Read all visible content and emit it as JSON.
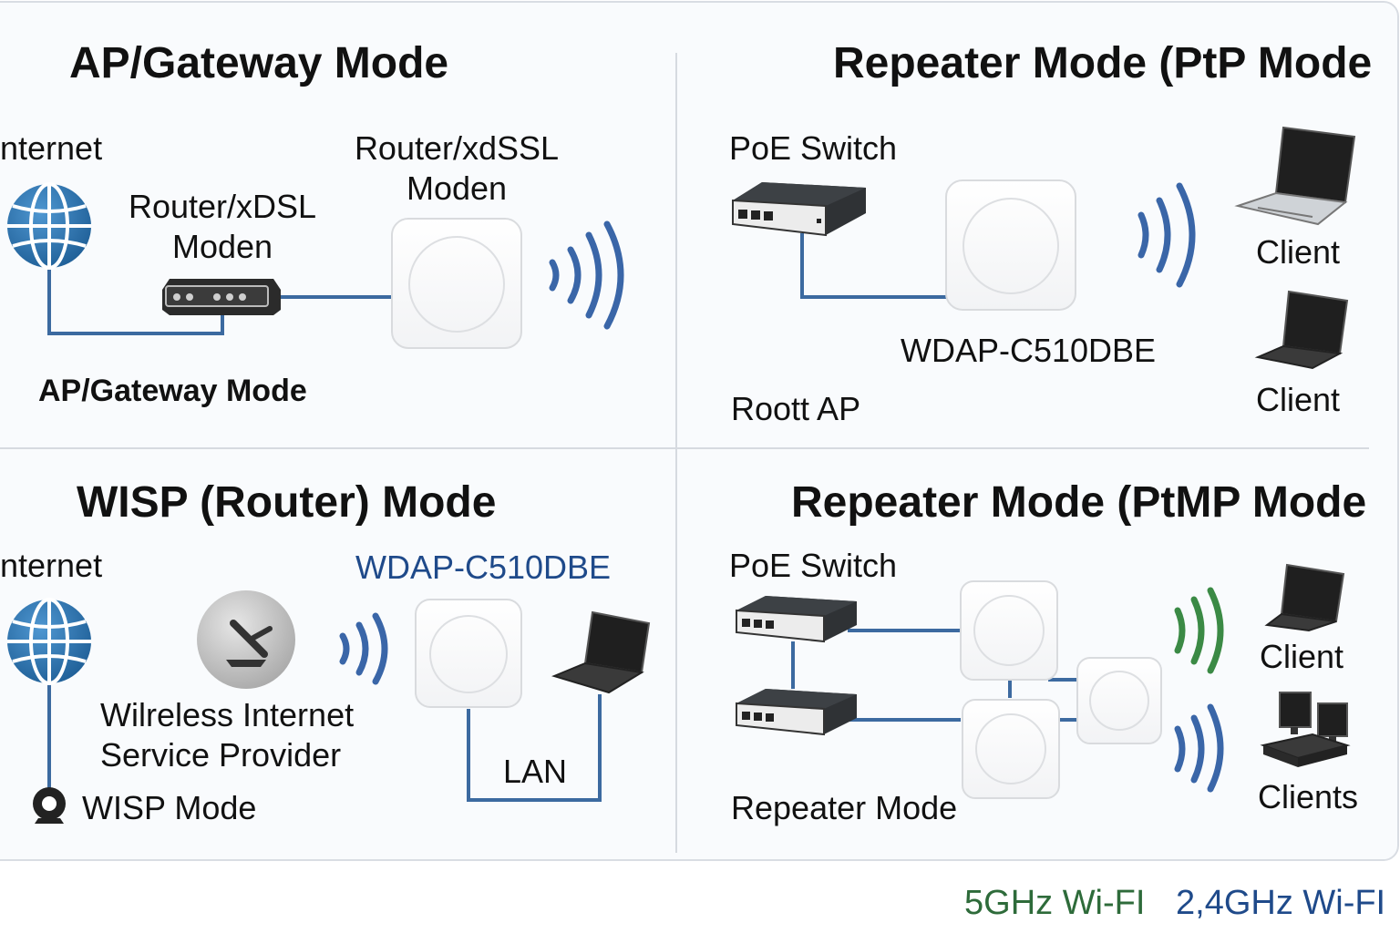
{
  "colors": {
    "line_blue": "#3c6aa0",
    "wifi_blue": "#3a66a8",
    "wifi_green": "#3b8a45",
    "legend_green": "#2e6b3a",
    "legend_blue": "#1f4a8a",
    "globe_blue": "#2f79b8"
  },
  "panels": {
    "ap_gateway": {
      "title": "AP/Gateway Mode",
      "internet": "nternet",
      "router_left_line1": "Router/xDSL",
      "router_left_line2": "Moden",
      "router_top_line1": "Router/xdSSL",
      "router_top_line2": "Moden",
      "caption": "AP/Gateway Mode",
      "icons": [
        "globe-icon",
        "router-icon",
        "access-point-icon",
        "wifi-signal-icon"
      ]
    },
    "repeater_ptp": {
      "title": "Repeater Mode (PtP Mode",
      "switch_label": "PoE Switch",
      "device_label": "WDAP-C510DBE",
      "root_label": "Roott AP",
      "client1": "Client",
      "client2": "Client",
      "icons": [
        "switch-icon",
        "access-point-icon",
        "wifi-signal-icon",
        "laptop-icon"
      ]
    },
    "wisp": {
      "title": "WISP (Router) Mode",
      "internet": "nternet",
      "wisp_line1": "Wilreless Internet",
      "wisp_line2": "Service Provider",
      "caption": "WISP Mode",
      "device_label": "WDAP-C510DBE",
      "lan_label": "LAN",
      "icons": [
        "globe-icon",
        "satellite-dish-icon",
        "webcam-icon",
        "access-point-icon",
        "laptop-icon",
        "wifi-signal-icon"
      ]
    },
    "repeater_ptmp": {
      "title": "Repeater Mode (PtMP Mode",
      "switch_label": "PoE Switch",
      "caption": "Repeater Mode",
      "client_label": "Client",
      "clients_label": "Clients",
      "icons": [
        "switch-icon",
        "access-point-icon",
        "wifi-signal-icon",
        "laptop-icon",
        "desktop-computers-icon"
      ]
    }
  },
  "legend": {
    "ghz5": "5GHz Wi-FI",
    "ghz24": "2,4GHz Wi-FI"
  }
}
